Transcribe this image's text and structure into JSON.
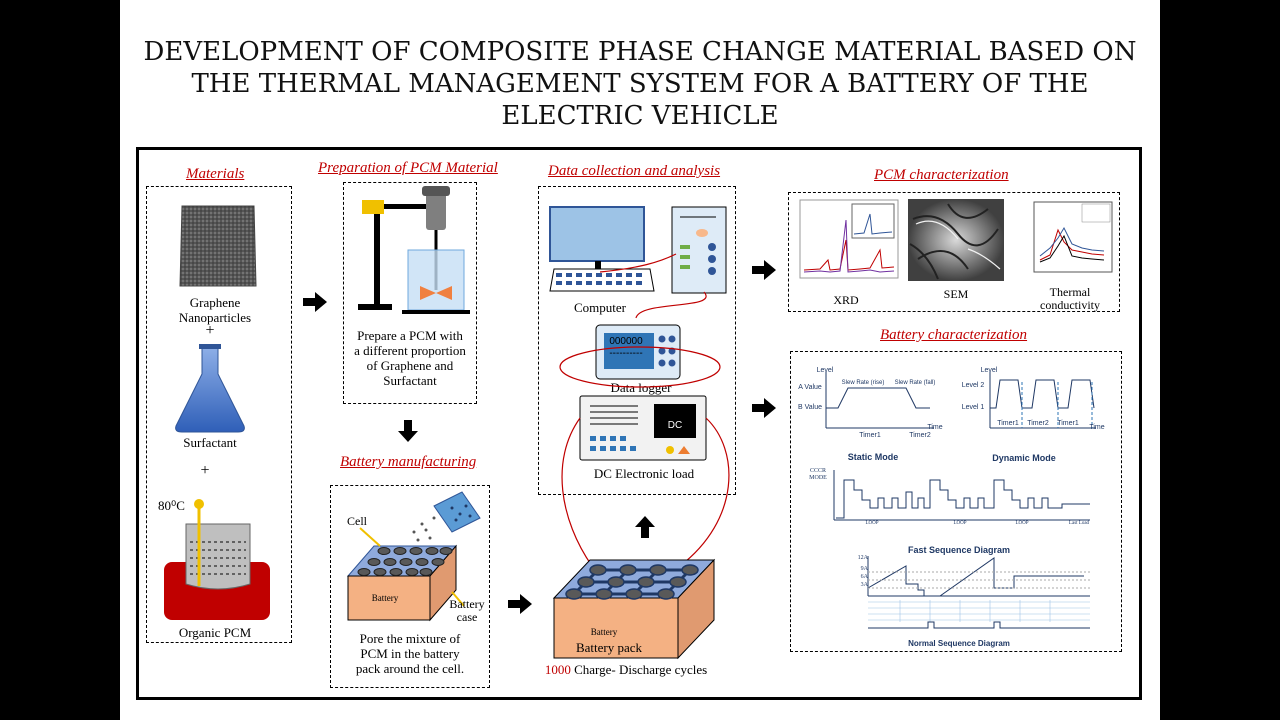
{
  "title_lines": [
    "DEVELOPMENT OF COMPOSITE PHASE CHANGE MATERIAL BASED ON",
    "THE THERMAL MANAGEMENT SYSTEM FOR A BATTERY OF THE",
    "ELECTRIC VEHICLE"
  ],
  "sections": {
    "materials": "Materials",
    "preparation": "Preparation of PCM  Material",
    "battery_mfg": "Battery manufacturing",
    "data_collection": "Data collection and  analysis",
    "pcm_char": "PCM  characterization",
    "battery_char": "Battery characterization"
  },
  "materials": {
    "graphene_1": "Graphene",
    "graphene_2": "Nanoparticles",
    "plus1": "+",
    "surfactant": "Surfactant",
    "plus2": "+",
    "temp": "80⁰C",
    "organic": "Organic PCM"
  },
  "preparation": {
    "lines": [
      "Prepare a PCM with",
      "a different proportion",
      "of Graphene and",
      "Surfactant"
    ]
  },
  "battery_mfg": {
    "cell": "Cell",
    "battery": "Battery",
    "case_1": "Battery",
    "case_2": "case",
    "lines": [
      "Pore the mixture of",
      "PCM in the battery",
      "pack around the cell."
    ]
  },
  "data": {
    "computer": "Computer",
    "logger_screen": "000000",
    "logger_dash": "----------",
    "logger": "Data logger",
    "dc_screen": "DC",
    "dc": "DC Electronic load",
    "pack_inner": "Battery",
    "pack": "Battery pack",
    "cycles_num": "1000",
    "cycles_txt": " Charge- Discharge cycles"
  },
  "pcm_char": {
    "xrd": "XRD",
    "sem": "SEM",
    "tc_1": "Thermal",
    "tc_2": "conductivity"
  },
  "battery_char": {
    "level": "Level",
    "a_value": "A Value",
    "b_value": "B Value",
    "slew_rise": "Slew Rate (rise)",
    "slew_fall": "Slew Rate (fall)",
    "timer1": "Timer1",
    "timer2": "Timer2",
    "time": "Time",
    "level2": "Level 2",
    "level1": "Level 1",
    "static": "Static Mode",
    "dynamic": "Dynamic Mode",
    "fast": "Fast Sequence Diagram",
    "normal": "Normal Sequence Diagram",
    "cccr": "CCCR",
    "mode": "MODE",
    "loop": "LOOP",
    "last": "Last Load",
    "a12": "12A",
    "a9": "9A",
    "a6": "6A",
    "a3": "3A"
  },
  "colors": {
    "label_red": "#c00000",
    "flask_blue": "#4472c4",
    "heater_red": "#c00000",
    "case_peach": "#f4b183",
    "monitor_blue": "#9dc3e6"
  }
}
